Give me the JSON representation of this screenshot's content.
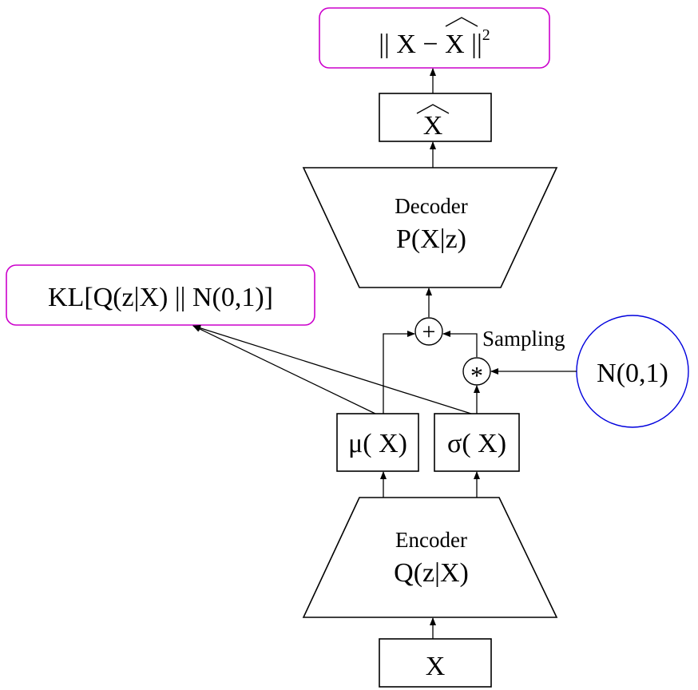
{
  "nodes": {
    "recon_loss": {
      "text": "|| X − X || 2"
    },
    "reconstruction": {
      "text": "X"
    },
    "decoder": {
      "title": "Decoder",
      "formula": "P(X|z)"
    },
    "kl_loss": {
      "text": "KL[Q(z|X) || N(0,1)]"
    },
    "add_op": {
      "symbol": "+"
    },
    "mul_op": {
      "symbol": "*"
    },
    "sampling": {
      "text": "Sampling"
    },
    "noise": {
      "text": "N(0,1)"
    },
    "mu": {
      "text": "μ( X)"
    },
    "sigma": {
      "text": "σ( X)"
    },
    "encoder": {
      "title": "Encoder",
      "formula": "Q(z|X)"
    },
    "input": {
      "text": "X"
    }
  },
  "colors": {
    "loss_border": "#cc00cc",
    "noise_border": "#0000dd",
    "stroke": "#000000"
  }
}
